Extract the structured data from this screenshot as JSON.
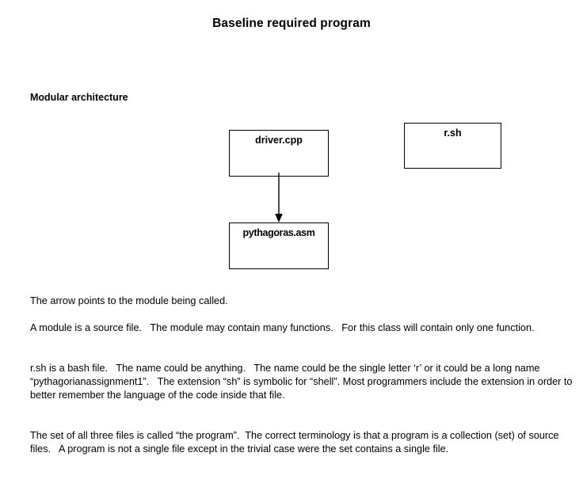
{
  "document": {
    "title": "Baseline required program",
    "section_heading": "Modular architecture"
  },
  "diagram": {
    "description": "Modular architecture diagram of three source files",
    "boxes": [
      {
        "id": "driver",
        "label": "driver.cpp"
      },
      {
        "id": "pythagoras",
        "label": "pythagoras.asm"
      },
      {
        "id": "rsh",
        "label": "r.sh"
      }
    ],
    "connectors": [
      {
        "id": "driver-to-pythagoras",
        "from": "driver",
        "to": "pythagoras",
        "style": "solid-arrow-down",
        "color": "#000000"
      }
    ]
  },
  "paragraphs": [
    {
      "id": "p1",
      "text": "The arrow points to the module being called."
    },
    {
      "id": "p2",
      "text": "A module is a source file.   The module may contain many functions.   For this class will contain only one function."
    },
    {
      "id": "p3",
      "text": "r.sh is a bash file.   The name could be anything.   The name could be the single letter ‘r’ or it could be a long name “pythagorianassignment1”.   The extension “sh” is symbolic for “shell”. Most programmers include the extension in order to better remember the language of the code inside that file."
    },
    {
      "id": "p4",
      "text": "The set of all three files is called “the program”.  The correct terminology is that a program is a collection (set) of source files.   A program is not a single file except in the trivial case were the set contains a single file."
    }
  ],
  "colors": {
    "page_background": "#ffffff",
    "text": "#000000",
    "box_border": "#000000",
    "box_fill": "#ffffff",
    "arrow": "#000000"
  }
}
